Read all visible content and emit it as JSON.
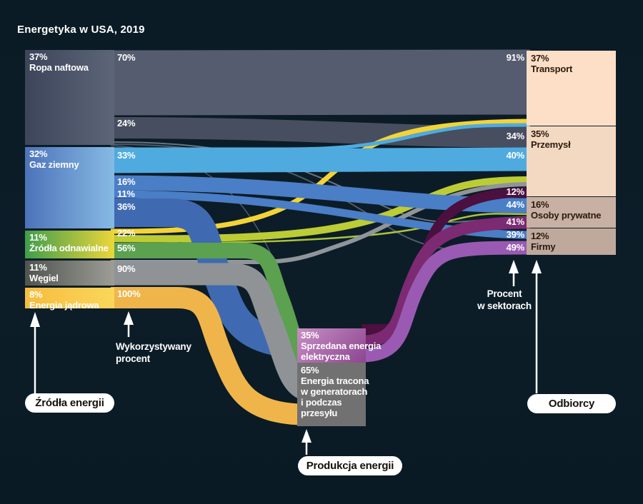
{
  "title": "Energetyka w USA, 2019",
  "sources": [
    {
      "pct": "37%",
      "name": "Ropa naftowa"
    },
    {
      "pct": "32%",
      "name": "Gaz ziemny"
    },
    {
      "pct": "11%",
      "name": "Źródła odnawialne"
    },
    {
      "pct": "11%",
      "name": "Węgiel"
    },
    {
      "pct": "8%",
      "name": "Energia jądrowa"
    }
  ],
  "used_percents": [
    "70%",
    "24%",
    "33%",
    "16%",
    "11%",
    "36%",
    "22%",
    "56%",
    "90%",
    "100%"
  ],
  "sector_shares": [
    "91%",
    "34%",
    "40%",
    "12%",
    "44%",
    "41%",
    "39%",
    "49%"
  ],
  "sectors": [
    {
      "pct": "37%",
      "name": "Transport"
    },
    {
      "pct": "35%",
      "name": "Przemysł"
    },
    {
      "pct": "16%",
      "name": "Osoby prywatne"
    },
    {
      "pct": "12%",
      "name": "Firmy"
    }
  ],
  "production": {
    "sold_pct": "35%",
    "sold_label": "Sprzedana energia\nelektryczna",
    "lost_pct": "65%",
    "lost_label": "Energia tracona\nw generatorach\ni podczas\nprzesyłu"
  },
  "annotations": {
    "sources_pill": "Źródła energii",
    "used_note": "Wykorzystywany\nprocent",
    "production_pill": "Produkcja energii",
    "sector_pct_note": "Procent\nw sektorach",
    "consumers_pill": "Odbiorcy"
  },
  "colors": {
    "background": "#0c1c27",
    "oil_flow": "#565c6f",
    "oil_flow_dark": "#474e60",
    "gas_cyan": "#4fabdf",
    "gas_blue": "#4a7ec6",
    "gas_blue_dark": "#3f6ab2",
    "renewable_yellow": "#f3d337",
    "renewable_lime": "#bccc35",
    "renewable_green": "#5ba14f",
    "coal_gray": "#8f9396",
    "nuclear_orange": "#f0b54a",
    "electricity_dark": "#4b1040",
    "electricity_mid": "#7c2a72",
    "electricity_light": "#9a5ab3",
    "sector_transport": "#fcdfc6",
    "sector_industry": "#f3d9c2",
    "sector_private": "#c8b0a3",
    "sector_firms": "#bfa99d"
  },
  "chart_data": {
    "type": "sankey",
    "title": "Energetyka w USA, 2019",
    "unit": "percent",
    "nodes": {
      "sources": [
        {
          "name": "Ropa naftowa",
          "share_pct": 37
        },
        {
          "name": "Gaz ziemny",
          "share_pct": 32
        },
        {
          "name": "Źródła odnawialne",
          "share_pct": 11
        },
        {
          "name": "Węgiel",
          "share_pct": 11
        },
        {
          "name": "Energia jądrowa",
          "share_pct": 8
        }
      ],
      "production": {
        "name": "Produkcja energii",
        "sold_electricity_pct": 35,
        "lost_in_generation_and_transmission_pct": 65
      },
      "sectors": [
        {
          "name": "Transport",
          "share_pct": 37
        },
        {
          "name": "Przemysł",
          "share_pct": 35
        },
        {
          "name": "Osoby prywatne",
          "share_pct": 16
        },
        {
          "name": "Firmy",
          "share_pct": 12
        }
      ]
    },
    "links": [
      {
        "from": "Ropa naftowa",
        "to": "Transport",
        "pct_of_source": 70,
        "pct_of_sector": 91
      },
      {
        "from": "Ropa naftowa",
        "to": "Przemysł",
        "pct_of_source": 24,
        "pct_of_sector": 34
      },
      {
        "from": "Gaz ziemny",
        "to": "Przemysł",
        "pct_of_source": 33,
        "pct_of_sector": 40
      },
      {
        "from": "Gaz ziemny",
        "to": "Osoby prywatne",
        "pct_of_source": 16,
        "pct_of_sector": 44
      },
      {
        "from": "Gaz ziemny",
        "to": "Firmy",
        "pct_of_source": 11,
        "pct_of_sector": 39
      },
      {
        "from": "Gaz ziemny",
        "to": "Produkcja energii",
        "pct_of_source": 36
      },
      {
        "from": "Źródła odnawialne",
        "to": "Transport, Przemysł, Osoby prywatne",
        "pct_of_source": 22
      },
      {
        "from": "Źródła odnawialne",
        "to": "Produkcja energii",
        "pct_of_source": 56
      },
      {
        "from": "Węgiel",
        "to": "Produkcja energii",
        "pct_of_source": 90
      },
      {
        "from": "Energia jądrowa",
        "to": "Produkcja energii",
        "pct_of_source": 100
      },
      {
        "from": "Produkcja energii",
        "to": "Przemysł",
        "pct_of_sector": 12
      },
      {
        "from": "Produkcja energii",
        "to": "Osoby prywatne",
        "pct_of_sector": 41
      },
      {
        "from": "Produkcja energii",
        "to": "Firmy",
        "pct_of_sector": 49
      }
    ]
  }
}
